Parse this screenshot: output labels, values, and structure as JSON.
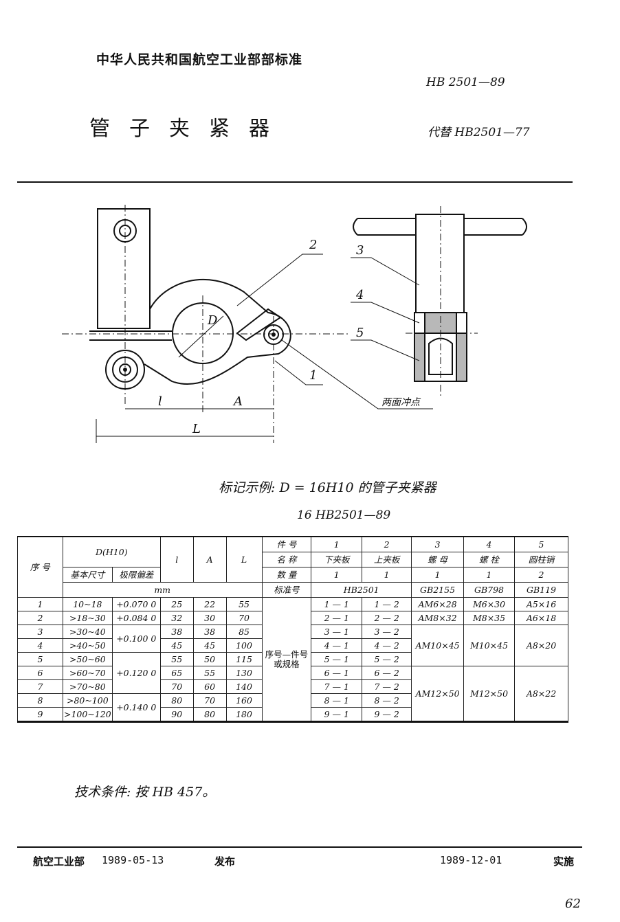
{
  "header": {
    "organization": "中华人民共和国航空工业部部标准",
    "standard_number": "HB 2501—89",
    "title": "管子夹紧器",
    "replaces": "代替 HB2501—77"
  },
  "drawing": {
    "label_D": "D",
    "label_l": "l",
    "label_A": "A",
    "label_L": "L",
    "callouts": [
      "1",
      "2",
      "3",
      "4",
      "5"
    ],
    "note": "两面冲点"
  },
  "marking": {
    "example": "标记示例:   D = 16H10 的管子夹紧器",
    "code": "16   HB2501—89"
  },
  "table": {
    "col_seq": "序 号",
    "col_D": "D(H10)",
    "col_D_basic": "基本尺寸",
    "col_D_tol": "极限偏差",
    "col_l": "l",
    "col_A": "A",
    "col_L": "L",
    "unit": "mm",
    "h_part_no": "件 号",
    "h_name": "名 称",
    "h_qty": "数 量",
    "h_std": "标准号",
    "part_nos": [
      "1",
      "2",
      "3",
      "4",
      "5"
    ],
    "part_names": [
      "下夹板",
      "上夹板",
      "螺 母",
      "螺 栓",
      "圆柱销"
    ],
    "part_qty": [
      "1",
      "1",
      "1",
      "1",
      "2"
    ],
    "std_1_2": "HB2501",
    "std_3": "GB2155",
    "std_4": "GB798",
    "std_5": "GB119",
    "spec_label": "序号—件号 或规格",
    "rows": [
      {
        "seq": "1",
        "d": "10~18",
        "l": "25",
        "a": "22",
        "L": "55",
        "p1": "1 — 1",
        "p2": "1 — 2"
      },
      {
        "seq": "2",
        "d": ">18~30",
        "l": "32",
        "a": "30",
        "L": "70",
        "p1": "2 — 1",
        "p2": "2 — 2"
      },
      {
        "seq": "3",
        "d": ">30~40",
        "l": "38",
        "a": "38",
        "L": "85",
        "p1": "3 — 1",
        "p2": "3 — 2"
      },
      {
        "seq": "4",
        "d": ">40~50",
        "l": "45",
        "a": "45",
        "L": "100",
        "p1": "4 — 1",
        "p2": "4 — 2"
      },
      {
        "seq": "5",
        "d": ">50~60",
        "l": "55",
        "a": "50",
        "L": "115",
        "p1": "5 — 1",
        "p2": "5 — 2"
      },
      {
        "seq": "6",
        "d": ">60~70",
        "l": "65",
        "a": "55",
        "L": "130",
        "p1": "6 — 1",
        "p2": "6 — 2"
      },
      {
        "seq": "7",
        "d": ">70~80",
        "l": "70",
        "a": "60",
        "L": "140",
        "p1": "7 — 1",
        "p2": "7 — 2"
      },
      {
        "seq": "8",
        "d": ">80~100",
        "l": "80",
        "a": "70",
        "L": "160",
        "p1": "8 — 1",
        "p2": "8 — 2"
      },
      {
        "seq": "9",
        "d": ">100~120",
        "l": "90",
        "a": "80",
        "L": "180",
        "p1": "9 — 1",
        "p2": "9 — 2"
      }
    ],
    "tol_groups": [
      "+0.070 0",
      "+0.084 0",
      "+0.100 0",
      "+0.120 0",
      "+0.140 0"
    ],
    "nut_groups": [
      "AM6×28",
      "AM8×32",
      "AM10×45",
      "AM12×50"
    ],
    "bolt_groups": [
      "M6×30",
      "M8×35",
      "M10×45",
      "M12×50"
    ],
    "pin_groups": [
      "A5×16",
      "A6×18",
      "A8×20",
      "A8×22"
    ]
  },
  "tech_conditions": "技术条件:   按 HB 457。",
  "footer": {
    "issuer": "航空工业部",
    "issue_date": "1989-05-13",
    "issue_label": "发布",
    "impl_date": "1989-12-01",
    "impl_label": "实施"
  },
  "page_number": "62"
}
